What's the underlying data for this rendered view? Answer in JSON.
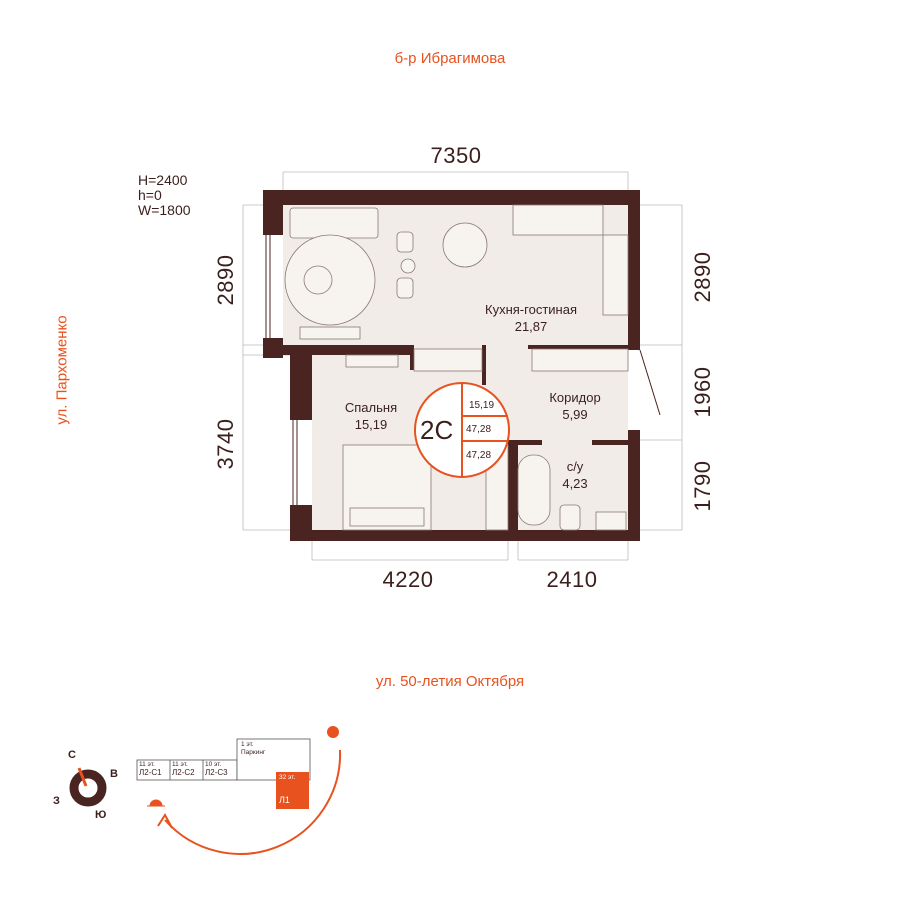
{
  "streets": {
    "top": "б-р Ибрагимова",
    "left": "ул. Пархоменко",
    "bottom": "ул. 50-летия Октября"
  },
  "window_spec": {
    "H": "H=2400",
    "h": "h=0",
    "W": "W=1800"
  },
  "dimensions": {
    "top": "7350",
    "left_upper": "2890",
    "left_lower": "3740",
    "right_upper": "2890",
    "right_middle": "1960",
    "right_lower": "1790",
    "bottom_left": "4220",
    "bottom_right": "2410"
  },
  "rooms": [
    {
      "name": "Кухня-гостиная",
      "area": "21,87"
    },
    {
      "name": "Спальня",
      "area": "15,19"
    },
    {
      "name": "Коридор",
      "area": "5,99"
    },
    {
      "name": "с/у",
      "area": "4,23"
    }
  ],
  "badge": {
    "type": "2С",
    "living": "15,19",
    "total": "47,28",
    "total2": "47,28"
  },
  "compass": {
    "n": "С",
    "e": "В",
    "w": "З",
    "s": "Ю"
  },
  "site": {
    "blocks": [
      {
        "floors": "11 эт.",
        "name": "Л2-С1"
      },
      {
        "floors": "11 эт.",
        "name": "Л2-С2"
      },
      {
        "floors": "10 эт.",
        "name": "Л2-С3"
      }
    ],
    "parking": {
      "floors": "1 эт.",
      "name": "Паркинг"
    },
    "current": {
      "floors": "32 эт.",
      "name": "Л1"
    }
  },
  "colors": {
    "wall": "#4a2420",
    "floor": "#f1ece7",
    "accent": "#e8521e"
  }
}
